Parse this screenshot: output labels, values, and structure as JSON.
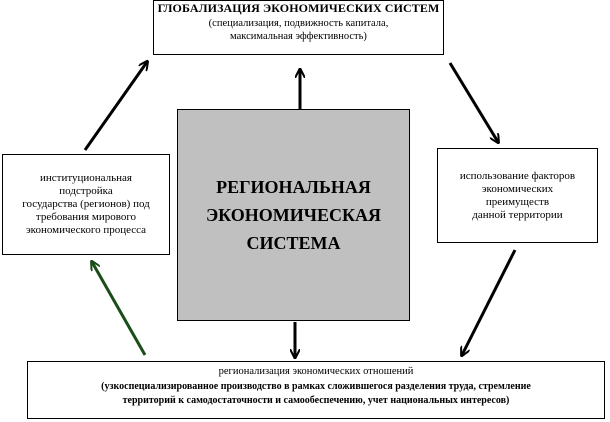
{
  "top_box": {
    "title": "ГЛОБАЛИЗАЦИЯ ЭКОНОМИЧЕСКИХ СИСТЕМ",
    "subtitle_line1": "(специализация,  подвижность  капитала,",
    "subtitle_line2": "максимальная  эффективность)"
  },
  "center_box": {
    "text": "РЕГИОНАЛЬНАЯ\nЭКОНОМИЧЕСКАЯ\nСИСТЕМА"
  },
  "left_box": {
    "line1": "институциональная",
    "line2": "подстройка",
    "line3": "государства (регионов) под",
    "line4": "требования  мирового",
    "line5": "экономического процесса"
  },
  "right_box": {
    "line1": "использование факторов",
    "line2": "экономических",
    "line3": "преимуществ",
    "line4": "данной территории"
  },
  "bottom_box": {
    "title": "регионализация экономических  отношений",
    "detail_line1": "(узкоспециализированное производство в рамках сложившегося разделения труда, стремление",
    "detail_line2": "территорий к самодостаточности и самообеспечению, учет национальных интересов)"
  },
  "colors": {
    "arrow_black": "#000000",
    "arrow_green": "#1a4d1a",
    "center_fill": "#c0c0c0"
  }
}
